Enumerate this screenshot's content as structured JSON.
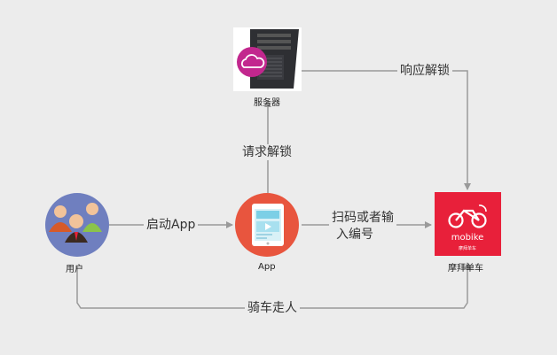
{
  "nodes": {
    "server": {
      "caption": "服务器"
    },
    "user": {
      "caption": "用户"
    },
    "app": {
      "caption": "App"
    },
    "bike": {
      "caption": "摩拜单车",
      "logo_text": "mobike",
      "logo_subtext": "摩拜单车"
    }
  },
  "edges": {
    "request_unlock": "请求解锁",
    "respond_unlock": "响应解锁",
    "launch_app": "启动App",
    "scan_line1": "扫码或者输",
    "scan_line2": "入编号",
    "ride_away": "骑车走人"
  },
  "colors": {
    "background": "#ececec",
    "connector": "#9a9a9a",
    "app_circle": "#e8553e",
    "user_circle": "#6f7fbf",
    "mobike_red": "#e8203a",
    "cloud_badge": "#c2278e"
  }
}
